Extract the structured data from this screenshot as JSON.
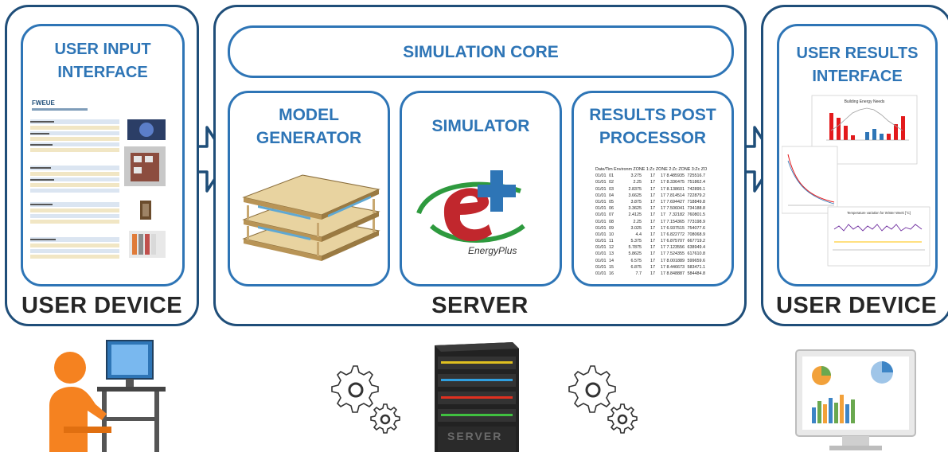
{
  "panels": {
    "left": {
      "inner_title": "USER INPUT INTERFACE",
      "label": "USER DEVICE"
    },
    "center": {
      "core_title": "SIMULATION CORE",
      "model_generator": "MODEL GENERATOR",
      "simulator": "SIMULATOR",
      "results_post_processor": "RESULTS POST PROCESSOR",
      "label": "SERVER",
      "energyplus_logo_text": "EnergyPlus"
    },
    "right": {
      "inner_title": "USER RESULTS INTERFACE",
      "label": "USER DEVICE"
    }
  },
  "results_table": {
    "header": "Date/Tim Environm ZONE 1:Zc ZONE 2:Zc ZONE 3:Zc ZONE 1Z0",
    "rows": [
      [
        "01/01 01",
        "3.275",
        "17",
        "17",
        "8.485935",
        "725516.7"
      ],
      [
        "01/01 02",
        "2.25",
        "17",
        "17",
        "8.336475",
        "751862.4"
      ],
      [
        "01/01 03",
        "2.8375",
        "17",
        "17",
        "8.138601",
        "742895.1"
      ],
      [
        "01/01 04",
        "3.6625",
        "17",
        "17",
        "7.814514",
        "722879.2"
      ],
      [
        "01/01 05",
        "3.875",
        "17",
        "17",
        "7.694427",
        "718849.8"
      ],
      [
        "01/01 06",
        "3.3625",
        "17",
        "17",
        "7.506041",
        "734188.8"
      ],
      [
        "01/01 07",
        "2.4125",
        "17",
        "17",
        "7.32182",
        "760801.5"
      ],
      [
        "01/01 08",
        "2.25",
        "17",
        "17",
        "7.154365",
        "773198.9"
      ],
      [
        "01/01 09",
        "3.025",
        "17",
        "17",
        "6.937515",
        "754077.6"
      ],
      [
        "01/01 10",
        "4.4",
        "17",
        "17",
        "6.822772",
        "708068.9"
      ],
      [
        "01/01 11",
        "5.375",
        "17",
        "17",
        "6.875707",
        "667719.2"
      ],
      [
        "01/01 12",
        "5.7875",
        "17",
        "17",
        "7.123556",
        "638949.4"
      ],
      [
        "01/01 13",
        "5.8625",
        "17",
        "17",
        "7.524355",
        "617610.8"
      ],
      [
        "01/01 14",
        "6.575",
        "17",
        "17",
        "8.001889",
        "599659.6"
      ],
      [
        "01/01 15",
        "6.875",
        "17",
        "17",
        "8.446673",
        "583471.1"
      ],
      [
        "01/01 16",
        "7.7",
        "17",
        "17",
        "8.848887",
        "584484.8"
      ]
    ]
  },
  "results_charts": {
    "energy_needs_title": "Building Energy Needs",
    "temperature_title": "Temperature variation for Winter Week [°C]",
    "colors": {
      "heating": "#e31a1c",
      "cooling": "#2e75b6",
      "temp": "#a0a0a0",
      "indoor": "#7030a0",
      "outdoor": "#ffc000"
    }
  },
  "server_text": "SERVER",
  "colors": {
    "dark_border": "#1f4e79",
    "light_border": "#2e75b6",
    "title_blue": "#2e75b6",
    "label": "#262626"
  }
}
